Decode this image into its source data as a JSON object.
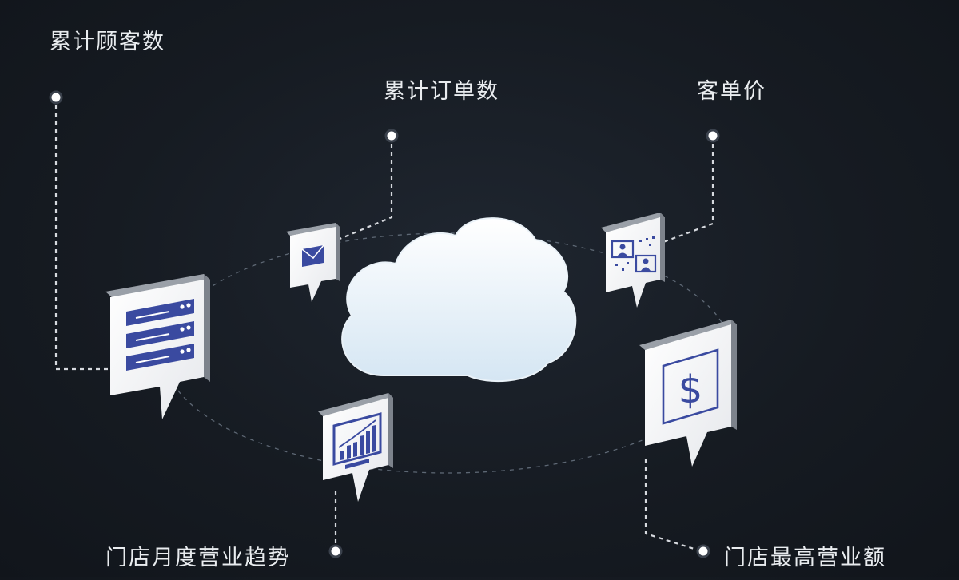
{
  "labels": {
    "cumulative_customers": "累计顾客数",
    "cumulative_orders": "累计订单数",
    "unit_price": "客单价",
    "store_monthly_trend": "门店月度营业趋势",
    "store_max_revenue": "门店最高营业额"
  },
  "icons": {
    "center": "cloud-icon",
    "customers": "server-icon",
    "orders": "mail-icon",
    "unit_price": "video-call-icon",
    "monthly_trend": "bar-chart-monitor-icon",
    "max_revenue": "dollar-icon"
  },
  "dollar_symbol": "$",
  "colors": {
    "background": "#161b22",
    "accent": "#3a4aa0",
    "card": "#f4f5f7",
    "text": "#e9ecef",
    "connector": "#d6d9de"
  }
}
